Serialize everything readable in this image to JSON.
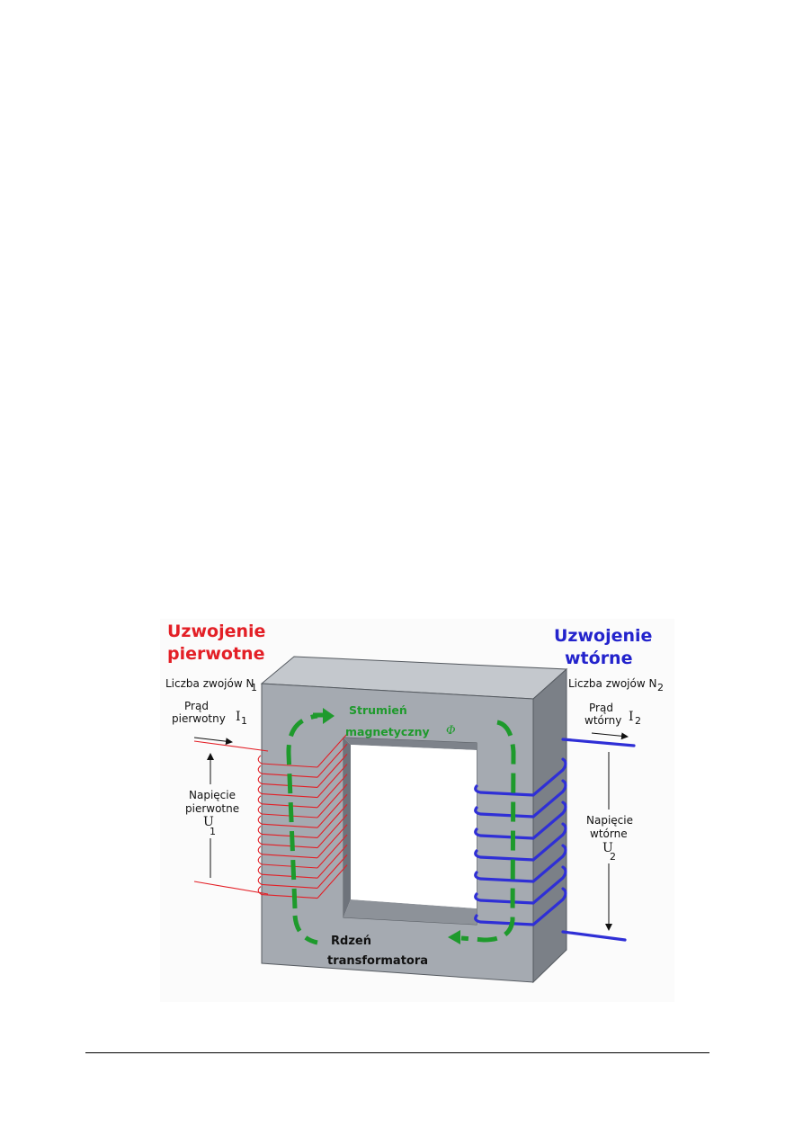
{
  "diagram": {
    "primary": {
      "title_line1": "Uzwojenie",
      "title_line2": "pierwotne",
      "turns_label": "Liczba zwojów N",
      "turns_sub": "1",
      "current_line1": "Prąd",
      "current_line2": "pierwotny",
      "current_symbol": "I",
      "current_sub": "1",
      "voltage_line1": "Napięcie",
      "voltage_line2": "pierwotne",
      "voltage_symbol": "U",
      "voltage_sub": "1",
      "color": "#e31f26"
    },
    "secondary": {
      "title_line1": "Uzwojenie",
      "title_line2": "wtórne",
      "turns_label": "Liczba zwojów N",
      "turns_sub": "2",
      "current_line1": "Prąd",
      "current_line2": "wtórny",
      "current_symbol": "I",
      "current_sub": "2",
      "voltage_line1": "Napięcie",
      "voltage_line2": "wtórne",
      "voltage_symbol": "U",
      "voltage_sub": "2",
      "color": "#2f2fd6"
    },
    "flux": {
      "line1": "Strumień",
      "line2": "magnetyczny",
      "symbol": "Φ",
      "color": "#1e9a2c"
    },
    "core": {
      "line1": "Rdzeń",
      "line2": "transformatora",
      "color": "#a5aab1"
    }
  }
}
